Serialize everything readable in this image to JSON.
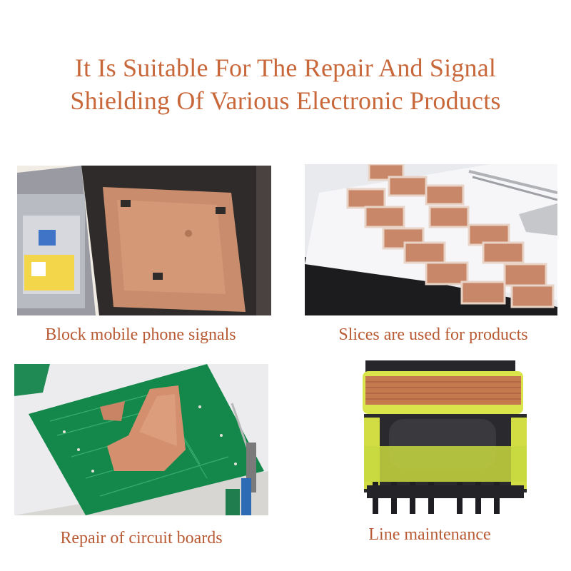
{
  "heading": {
    "line1": "It Is Suitable For The Repair And Signal",
    "line2": "Shielding Of Various Electronic Products"
  },
  "panels": [
    {
      "caption": "Block mobile phone signals",
      "image": "laptop-with-copper-foil"
    },
    {
      "caption": "Slices are used for products",
      "image": "copper-foil-slices-tray"
    },
    {
      "caption": "Repair of circuit boards",
      "image": "green-circuit-board-with-copper-foil"
    },
    {
      "caption": "Line maintenance",
      "image": "transformer-with-copper-tape"
    }
  ],
  "colors": {
    "title": "#c8673a",
    "caption": "#b85a34",
    "copper": "#d28a62"
  }
}
